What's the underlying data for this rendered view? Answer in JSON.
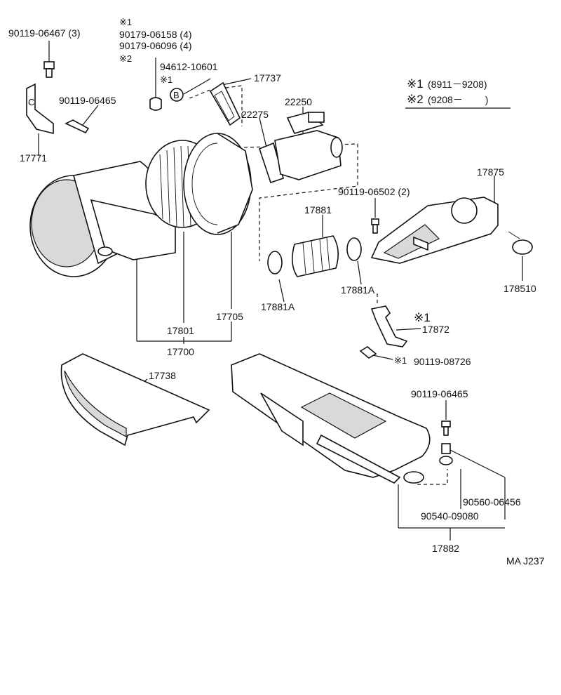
{
  "labels": {
    "p90119_06467": "90119-06467 (3)",
    "m1_a": "※1",
    "p90179_06158": "90179-06158 (4)",
    "p90179_06096": "90179-06096 (4)",
    "m2_a": "※2",
    "p94612_10601": "94612-10601",
    "m1_b": "※1",
    "p17737": "17737",
    "p90119_06465_a": "90119-06465",
    "p17771": "17771",
    "p22275": "22275",
    "p22250": "22250",
    "legend_1_mark": "※1",
    "legend_1_range": "(8911－9208)",
    "legend_2_mark": "※2",
    "legend_2_range": "(9208－　　 )",
    "p17875": "17875",
    "p90119_06502": "90119-06502 (2)",
    "p17881": "17881",
    "p17881A_right": "17881A",
    "p17881A_left": "17881A",
    "p178510": "178510",
    "p17801": "17801",
    "p17705": "17705",
    "p17700": "17700",
    "m1_c": "※1",
    "p17872": "17872",
    "m1_d": "※1",
    "p90119_08726": "90119-08726",
    "p17738": "17738",
    "p90119_06465_b": "90119-06465",
    "p90560_06456": "90560-06456",
    "p90540_09080": "90540-09080",
    "p17882": "17882",
    "code": "MA J237"
  },
  "icons": {
    "clip_b_letter": "B",
    "clip_c_letter": "C"
  }
}
